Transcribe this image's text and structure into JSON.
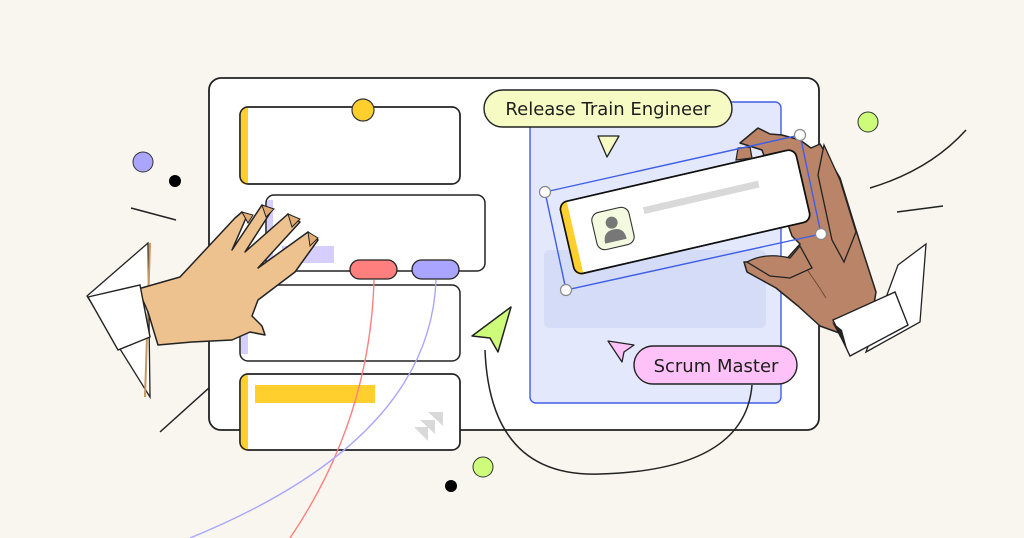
{
  "illustration": {
    "title": "Agile team roles board",
    "background_color": "#f9f5ef",
    "board": {
      "cards_left": [
        {
          "name": "card-1",
          "accent": "#ffcf2e"
        },
        {
          "name": "card-2",
          "accent": "#d6ceff"
        },
        {
          "name": "card-3",
          "accent": "#d6ceff"
        },
        {
          "name": "card-4",
          "accent": "#ffcf2e"
        }
      ],
      "tags": [
        {
          "name": "red-tag",
          "color": "#ff7f7f"
        },
        {
          "name": "purple-tag",
          "color": "#aaa6ff"
        }
      ],
      "role_panel_color": "#e4e8fd",
      "selection_color": "#3e5ee8"
    },
    "labels": {
      "release_train_engineer": "Release Train Engineer",
      "scrum_master": "Scrum Master"
    },
    "label_colors": {
      "release_train_engineer": "#f6fbc3",
      "scrum_master": "#ffc2f8"
    },
    "icons": {
      "avatar": "user-avatar-icon",
      "logo": "jira-logo-icon",
      "cursor_green": "cursor-arrow-icon",
      "cursor_yellow": "cursor-arrow-icon",
      "cursor_pink": "cursor-arrow-icon"
    },
    "accent_colors": {
      "yellow": "#ffcf2e",
      "lime": "#cdfb7a",
      "lavender": "#aaa6ff",
      "pink": "#ffc2f8",
      "skin_light": "#eec28e",
      "skin_dark": "#b98468"
    }
  }
}
